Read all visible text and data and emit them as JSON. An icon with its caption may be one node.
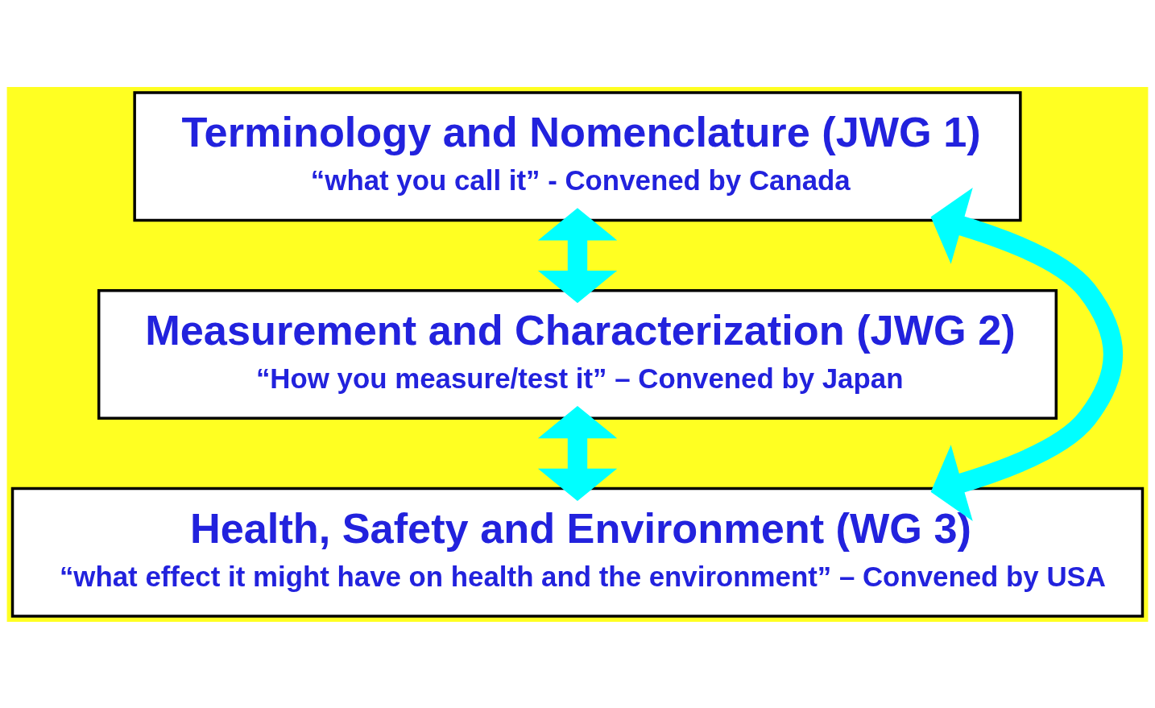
{
  "diagram": {
    "nodes": [
      {
        "text": [
          "Terminology and Nomenclature (JWG 1)",
          "“what you call it” - Convened by Canada"
        ]
      },
      {
        "text": [
          "Measurement and Characterization (JWG 2)",
          "“How you measure/test it” – Convened by Japan"
        ]
      },
      {
        "text": [
          "Health, Safety and Environment (WG 3)",
          "“what effect it might have on health and the environment” – Convened by USA"
        ]
      }
    ],
    "edges": [
      {
        "from": 0,
        "to": 1,
        "arrow": "both"
      },
      {
        "from": 1,
        "to": 2,
        "arrow": "both"
      },
      {
        "from": 0,
        "to": 2,
        "arrow": "both"
      }
    ]
  }
}
